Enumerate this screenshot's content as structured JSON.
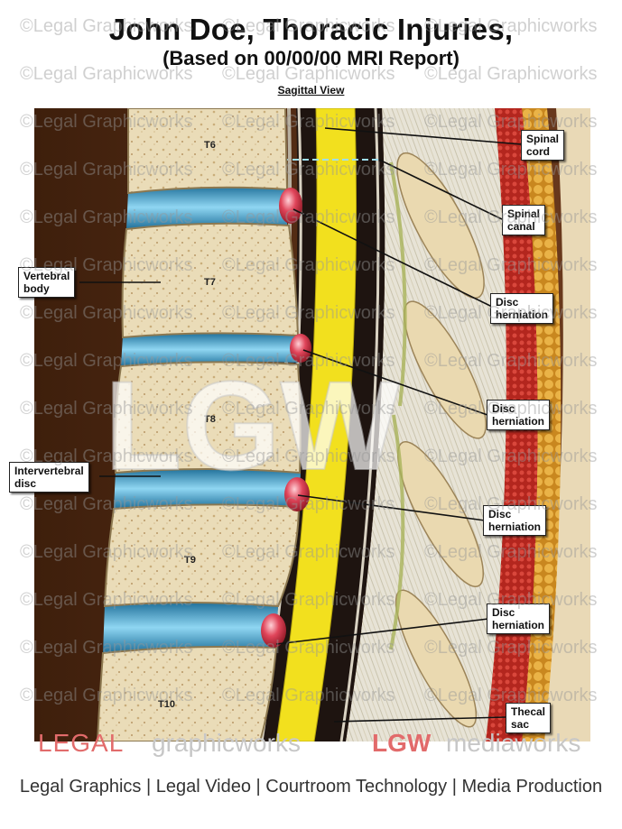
{
  "header": {
    "title": "John Doe, Thoracic Injuries,",
    "subtitle": "(Based on 00/00/00 MRI Report)",
    "view": "Sagittal View"
  },
  "vertebrae": [
    {
      "name": "T6"
    },
    {
      "name": "T7"
    },
    {
      "name": "T8"
    },
    {
      "name": "T9"
    },
    {
      "name": "T10"
    }
  ],
  "labels": {
    "spinal_cord": "Spinal\ncord",
    "spinal_canal": "Spinal\ncanal",
    "vertebral_body": "Vertebral\nbody",
    "intervertebral_disc": "Intervertebral\ndisc",
    "disc_herniation_1": "Disc\nherniation",
    "disc_herniation_2": "Disc\nherniation",
    "disc_herniation_3": "Disc\nherniation",
    "disc_herniation_4": "Disc\nherniation",
    "thecal_sac": "Thecal\nsac"
  },
  "watermark": {
    "text": "©Legal Graphicworks",
    "big": "LGW"
  },
  "footer": {
    "logo_legal": "LEGAL",
    "logo_graphicworks": "graphicworks",
    "logo_lgw": "LGW",
    "logo_mediaworks": "mediaworks",
    "tagline": "Legal Graphics | Legal Video | Courtroom Technology | Media Production"
  },
  "colors": {
    "spinal_cord": "#f2e01e",
    "disc": "#4aa9d6",
    "herniation": "#d23a4a",
    "bone": "#eadcb8",
    "background_tissue": "#5a3118",
    "ligament": "#c0392b",
    "fat": "#e0a93a"
  }
}
